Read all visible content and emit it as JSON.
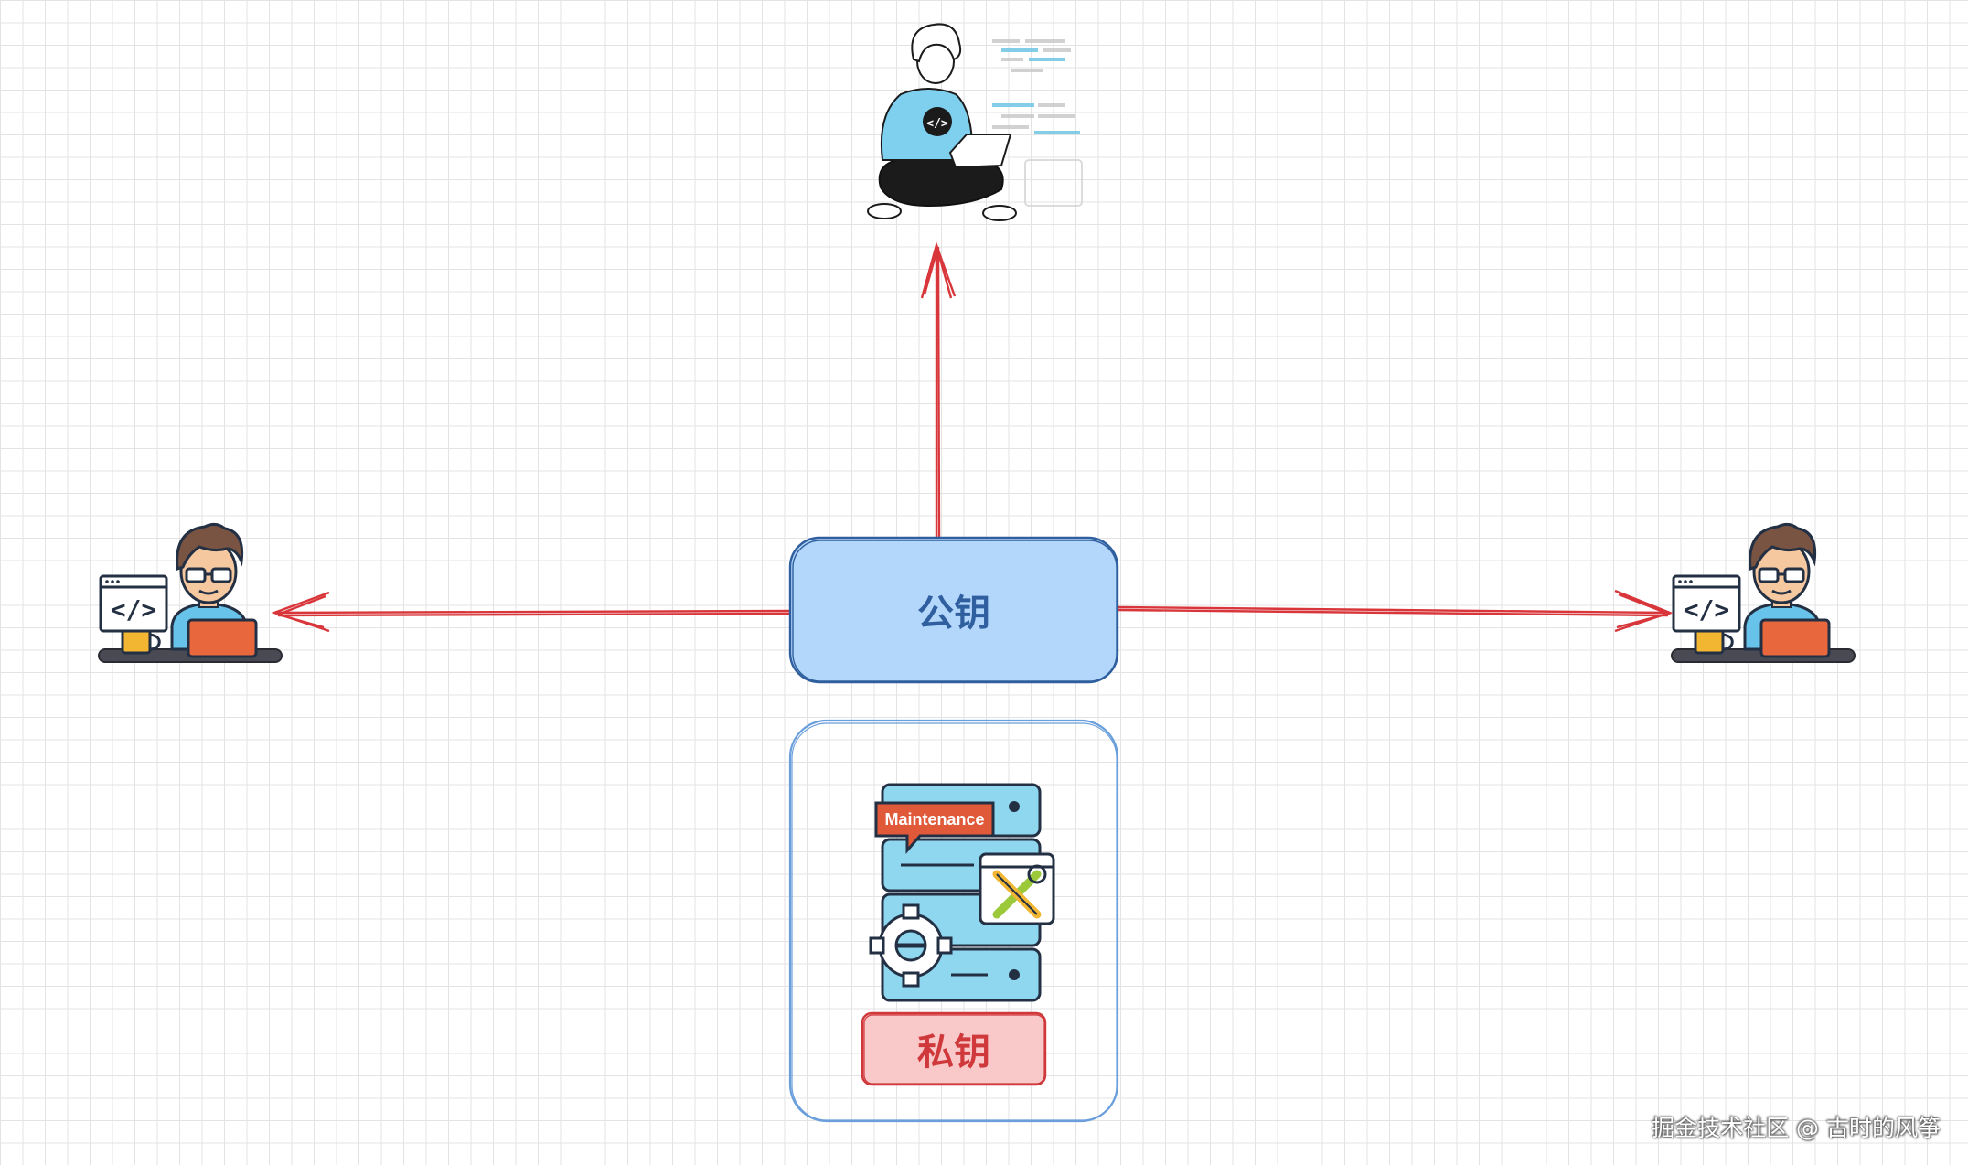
{
  "diagram": {
    "public_key_label": "公钥",
    "private_key_label": "私钥",
    "server_badge": "Maintenance",
    "code_tag": "</>",
    "watermark": "掘金技术社区 @ 古时的风筝",
    "colors": {
      "arrow": "#d8363a",
      "public_fill": "#b3d6fb",
      "public_stroke": "#2f5f9e",
      "private_fill": "#f9c9c9",
      "private_stroke": "#d0393c",
      "container_stroke": "#6a9fdc",
      "server_fill": "#8fd6ef",
      "badge_fill": "#e05a3a"
    },
    "icons": [
      "developer-top-icon",
      "developer-left-icon",
      "developer-right-icon",
      "server-maintenance-icon",
      "gear-icon",
      "wrench-icon"
    ]
  }
}
